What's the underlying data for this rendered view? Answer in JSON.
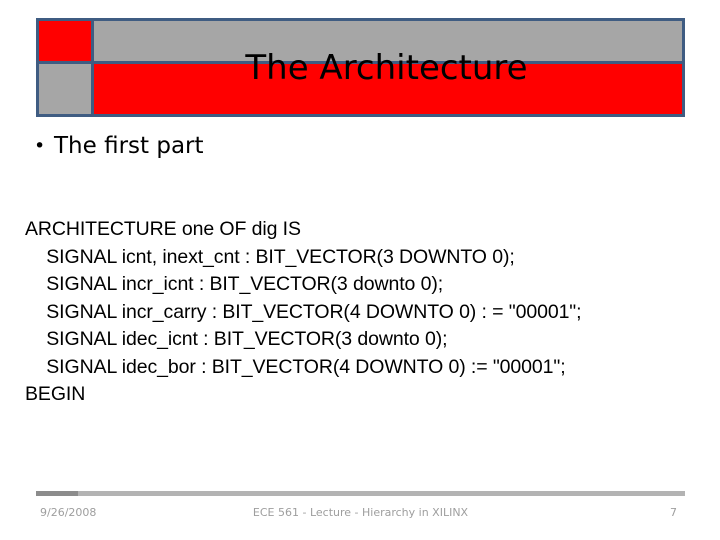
{
  "slide": {
    "title": "The Architecture",
    "background_color": "#ffffff"
  },
  "title_banner": {
    "border_color": "#3f5c82",
    "red_color": "#ff0000",
    "gray_color": "#a6a6a6",
    "cells": [
      {
        "name": "top-left",
        "fill": "red"
      },
      {
        "name": "top-right",
        "fill": "gray"
      },
      {
        "name": "bottom-left",
        "fill": "gray"
      },
      {
        "name": "bottom-right",
        "fill": "red"
      }
    ]
  },
  "bullets": [
    {
      "text": "The first part"
    }
  ],
  "code": {
    "lines": [
      "ARCHITECTURE one OF dig IS",
      "    SIGNAL icnt, inext_cnt : BIT_VECTOR(3 DOWNTO 0);",
      "    SIGNAL incr_icnt : BIT_VECTOR(3 downto 0);",
      "    SIGNAL incr_carry : BIT_VECTOR(4 DOWNTO 0) : = \"00001\";",
      "    SIGNAL idec_icnt : BIT_VECTOR(3 downto 0);",
      "    SIGNAL idec_bor : BIT_VECTOR(4 DOWNTO 0) := \"00001\";",
      "BEGIN"
    ]
  },
  "footer": {
    "date": "9/26/2008",
    "center": "ECE 561 - Lecture - Hierarchy in XILINX",
    "page_number": "7",
    "text_color": "#9e9e9e",
    "rule_color": "#b3b3b3",
    "rule_accent_color": "#8c8c8c"
  }
}
